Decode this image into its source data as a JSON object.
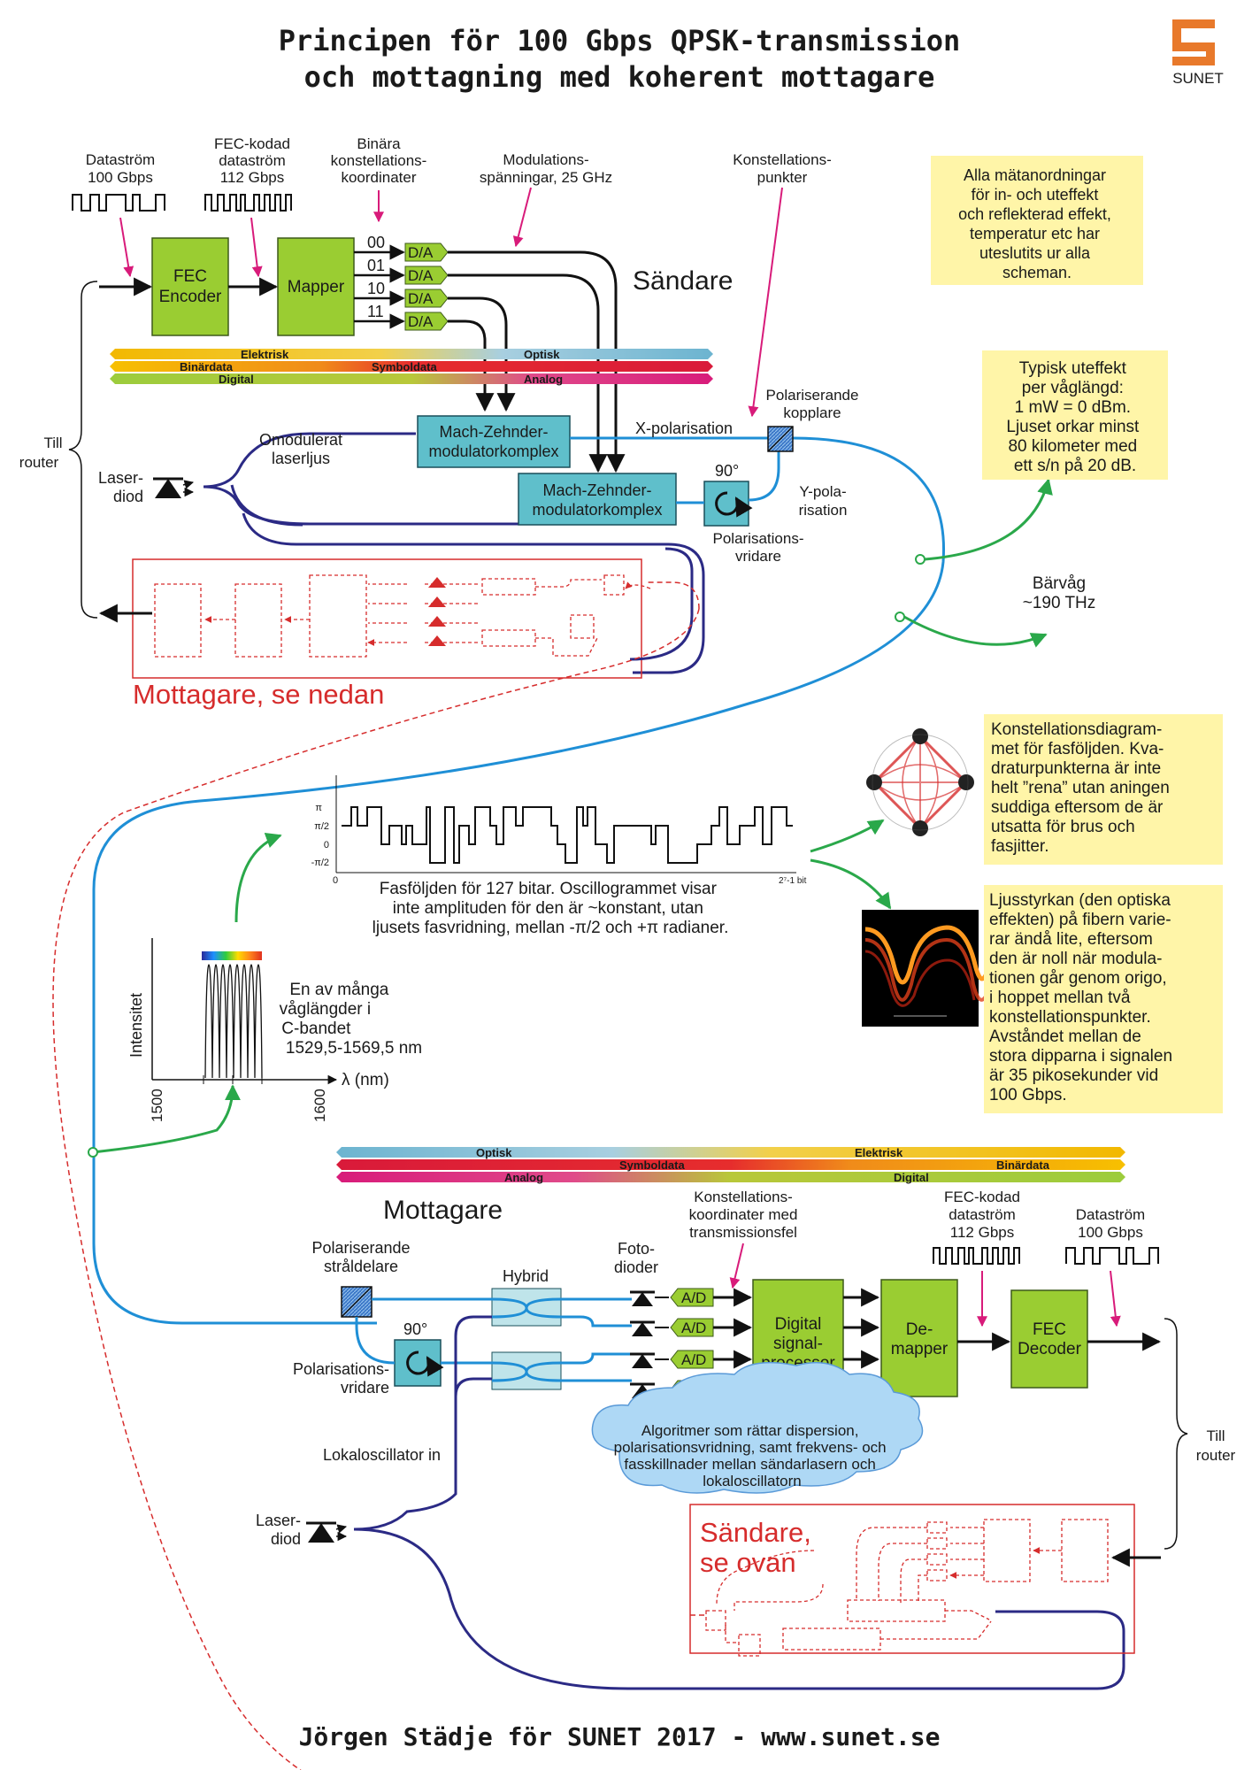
{
  "title": {
    "line1": "Principen för 100 Gbps QPSK-transmission",
    "line2": "och mottagning med koherent mottagare"
  },
  "logo": {
    "text": "SUNET",
    "color": "#e8792b"
  },
  "footer": "Jörgen Städje för SUNET 2017 - www.sunet.se",
  "colors": {
    "green_block": "#9acd32",
    "teal_block": "#5fbfcb",
    "fiber_blue": "#1f8fd6",
    "fiber_navy": "#2b2a85",
    "arrow_green": "#2aa84a",
    "dashed_red": "#d62c2c",
    "note_bg": "#fff5a8"
  },
  "sender": {
    "heading": "Sändare",
    "datastream": [
      "Dataström",
      "100 Gbps"
    ],
    "fec_coded": [
      "FEC-kodad",
      "dataström",
      "112 Gbps"
    ],
    "binary_coords": [
      "Binära",
      "konstellations-",
      "koordinater"
    ],
    "mod_voltages": [
      "Modulations-",
      "spänningar, 25 GHz"
    ],
    "const_points": [
      "Konstellations-",
      "punkter"
    ],
    "fec_encoder": [
      "FEC",
      "Encoder"
    ],
    "mapper": "Mapper",
    "bits": [
      "00",
      "01",
      "10",
      "11"
    ],
    "da": "D/A",
    "mzm1": [
      "Mach-Zehnder-",
      "modulatorkomplex"
    ],
    "mzm2": [
      "Mach-Zehnder-",
      "modulatorkomplex"
    ],
    "unmodulated": [
      "Omodulerat",
      "laserljus"
    ],
    "laser": [
      "Laser-",
      "diod"
    ],
    "x_pol": "X-polarisation",
    "y_pol": [
      "Y-pola-",
      "risation"
    ],
    "pol_coupler": [
      "Polariserande",
      "kopplare"
    ],
    "rotator": [
      "Polarisations-",
      "vridare"
    ],
    "degrees": "90°",
    "till_router": [
      "Till",
      "router"
    ],
    "receiver_ref": "Mottagare, se nedan"
  },
  "bands_top": {
    "b1": "Elektrisk",
    "b1b": "Optisk",
    "b2": "Binärdata",
    "b2b": "Symboldata",
    "b3": "Digital",
    "b3b": "Analog"
  },
  "bands_bottom": {
    "b1": "Optisk",
    "b1b": "Elektrisk",
    "b2": "Symboldata",
    "b2b": "Binärdata",
    "b3": "Analog",
    "b3b": "Digital"
  },
  "notes": {
    "n1": [
      "Alla mätanordningar",
      "för in- och uteffekt",
      "och reflekterad effekt,",
      "temperatur etc har",
      "uteslutits ur alla",
      "scheman."
    ],
    "n2": [
      "Typisk uteffekt",
      "per våglängd:",
      "1 mW = 0 dBm.",
      "Ljuset orkar minst",
      "80 kilometer med",
      "ett s/n på 20 dB."
    ],
    "n3": [
      "Konstellationsdiagram-",
      "met för fasföljden. Kva-",
      "draturpunkterna är inte",
      "helt ”rena” utan aningen",
      "suddiga eftersom de är",
      "utsatta för brus och",
      "fasjitter."
    ],
    "n4": [
      "Ljusstyrkan (den optiska",
      "effekten) på fibern varie-",
      "rar ändå lite, eftersom",
      "den är noll när modula-",
      "tionen går genom origo,",
      "i hoppet mellan två",
      "konstellationspunkter.",
      "Avståndet mellan de",
      "stora dipparna i signalen",
      "är 35 pikosekunder vid",
      "100 Gbps."
    ]
  },
  "carrier": [
    "Bärvåg",
    "~190 THz"
  ],
  "oscillogram": {
    "yticks": [
      "π",
      "π/2",
      "0",
      "-π/2"
    ],
    "x0": "0",
    "xend": "2⁷-1 bit",
    "caption": [
      "Fasföljden för 127 bitar. Oscillogrammet visar",
      "inte amplituden för den är ~konstant, utan",
      "ljusets fasvridning, mellan -π/2 och +π radianer."
    ]
  },
  "spectrum": {
    "ylabel": "Intensitet",
    "xlabel": "λ (nm)",
    "x1": "1500",
    "x2": "1600",
    "caption": [
      "En av många",
      "våglängder i",
      "C-bandet",
      "1529,5-1569,5 nm"
    ]
  },
  "receiver": {
    "heading": "Mottagare",
    "pbs": [
      "Polariserande",
      "stråldelare"
    ],
    "hybrid": "Hybrid",
    "photodiodes": [
      "Foto-",
      "dioder"
    ],
    "coords_err": [
      "Konstellations-",
      "koordinater med",
      "transmissionsfel"
    ],
    "fec_coded": [
      "FEC-kodad",
      "dataström",
      "112 Gbps"
    ],
    "datastream": [
      "Dataström",
      "100 Gbps"
    ],
    "ad": "A/D",
    "dsp": [
      "Digital",
      "signal-",
      "processor"
    ],
    "demapper": [
      "De-",
      "mapper"
    ],
    "fec_decoder": [
      "FEC",
      "Decoder"
    ],
    "rotator": [
      "Polarisations-",
      "vridare"
    ],
    "degrees": "90°",
    "lo": "Lokaloscillator in",
    "laser": [
      "Laser-",
      "diod"
    ],
    "cloud": [
      "Algoritmer som rättar dispersion,",
      "polarisationsvridning, samt frekvens- och",
      "fasskillnader mellan sändarlasern och",
      "lokaloscillatorn"
    ],
    "till_router": [
      "Till",
      "router"
    ],
    "sender_ref": [
      "Sändare,",
      "se ovan"
    ]
  }
}
